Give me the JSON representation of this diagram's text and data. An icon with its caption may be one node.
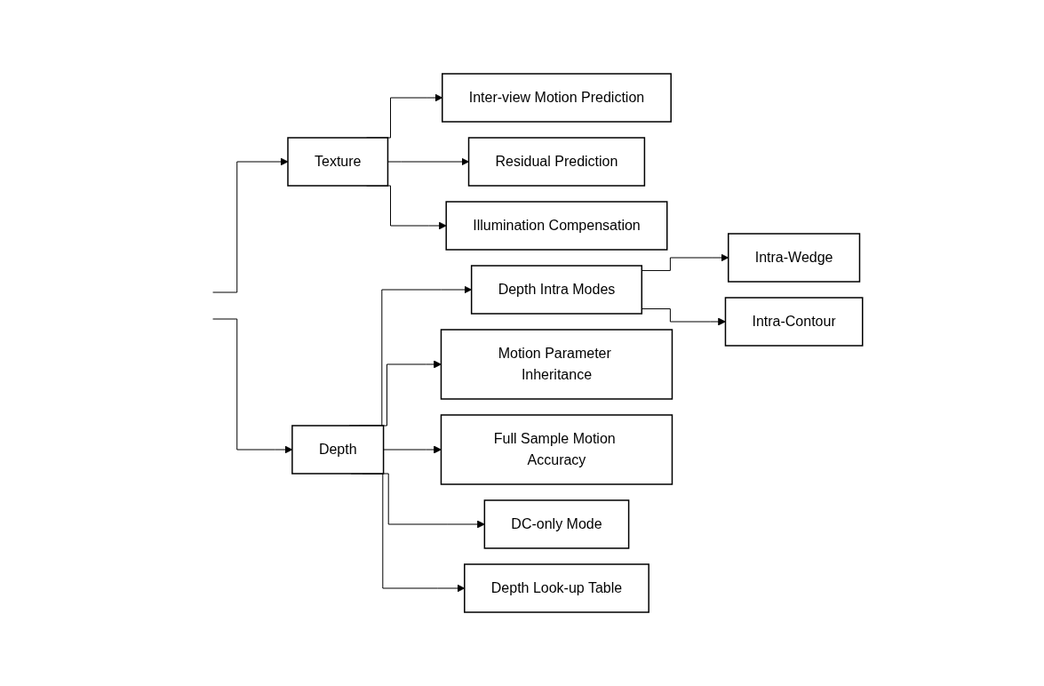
{
  "diagram": {
    "nodes": [
      {
        "text": [
          "Texture"
        ]
      },
      {
        "text": [
          "Inter-view Motion Prediction"
        ]
      },
      {
        "text": [
          "Residual Prediction"
        ]
      },
      {
        "text": [
          "Illumination Compensation"
        ]
      },
      {
        "text": [
          "Depth"
        ]
      },
      {
        "text": [
          "Depth Intra Modes"
        ]
      },
      {
        "text": [
          "Intra-Wedge"
        ]
      },
      {
        "text": [
          "Intra-Contour"
        ]
      },
      {
        "text": [
          "Motion Parameter Inheritance"
        ]
      },
      {
        "text": [
          "Full Sample Motion Accuracy"
        ]
      },
      {
        "text": [
          "DC-only Mode"
        ]
      },
      {
        "text": [
          "Depth Look-up Table"
        ]
      }
    ],
    "edges": [
      {
        "from": null,
        "to": 0,
        "arrow": "to"
      },
      {
        "from": null,
        "to": 4,
        "arrow": "to"
      },
      {
        "from": 0,
        "to": 1,
        "arrow": "to"
      },
      {
        "from": 0,
        "to": 2,
        "arrow": "to"
      },
      {
        "from": 0,
        "to": 3,
        "arrow": "to"
      },
      {
        "from": 4,
        "to": 5,
        "arrow": "to"
      },
      {
        "from": 4,
        "to": 8,
        "arrow": "to"
      },
      {
        "from": 4,
        "to": 9,
        "arrow": "to"
      },
      {
        "from": 4,
        "to": 10,
        "arrow": "to"
      },
      {
        "from": 4,
        "to": 11,
        "arrow": "to"
      },
      {
        "from": 5,
        "to": 6,
        "arrow": "to"
      },
      {
        "from": 5,
        "to": 7,
        "arrow": "to"
      }
    ]
  }
}
